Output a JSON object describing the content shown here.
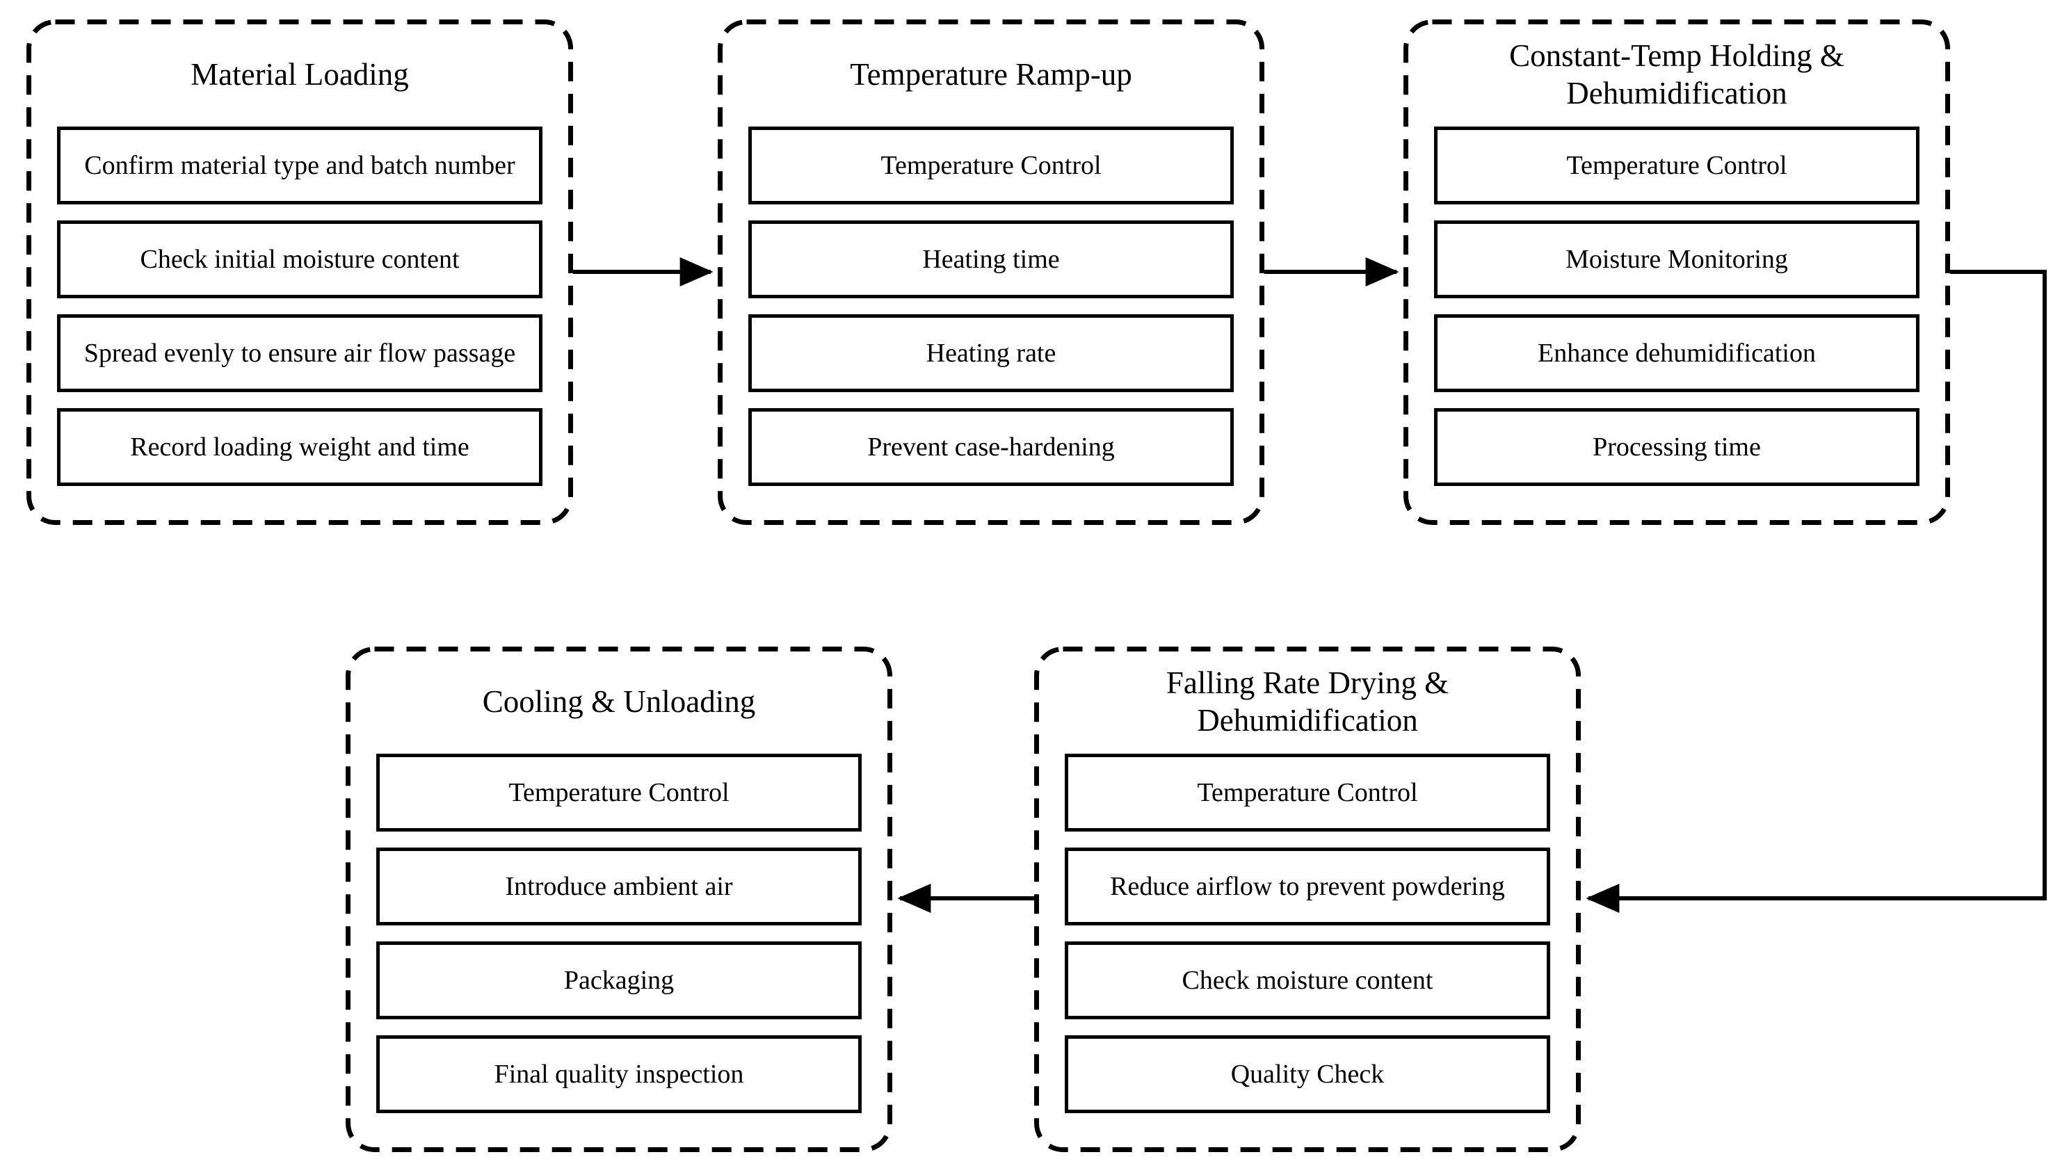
{
  "diagram": {
    "background_color": "#ffffff",
    "line_color": "#000000",
    "groups": [
      {
        "name": "material-loading",
        "title_lines": [
          "Material Loading"
        ],
        "items": [
          "Confirm material type and batch number",
          "Check initial moisture content",
          "Spread evenly to ensure air flow passage",
          "Record loading weight and time"
        ]
      },
      {
        "name": "temperature-ramp-up",
        "title_lines": [
          "Temperature Ramp-up"
        ],
        "items": [
          "Temperature Control",
          "Heating time",
          "Heating rate",
          "Prevent case-hardening"
        ]
      },
      {
        "name": "constant-temp-holding-dehumidification",
        "title_lines": [
          "Constant-Temp Holding &",
          "Dehumidification"
        ],
        "items": [
          "Temperature Control",
          "Moisture Monitoring",
          "Enhance dehumidification",
          "Processing time"
        ]
      },
      {
        "name": "falling-rate-drying-dehumidification",
        "title_lines": [
          "Falling Rate Drying &",
          "Dehumidification"
        ],
        "items": [
          "Temperature Control",
          "Reduce airflow to prevent powdering",
          "Check moisture content",
          "Quality Check"
        ]
      },
      {
        "name": "cooling-unloading",
        "title_lines": [
          "Cooling & Unloading"
        ],
        "items": [
          "Temperature Control",
          "Introduce ambient air",
          "Packaging",
          "Final quality inspection"
        ]
      }
    ],
    "connections": [
      {
        "from": "material-loading",
        "to": "temperature-ramp-up"
      },
      {
        "from": "temperature-ramp-up",
        "to": "constant-temp-holding-dehumidification"
      },
      {
        "from": "constant-temp-holding-dehumidification",
        "to": "falling-rate-drying-dehumidification"
      },
      {
        "from": "falling-rate-drying-dehumidification",
        "to": "cooling-unloading"
      }
    ]
  }
}
